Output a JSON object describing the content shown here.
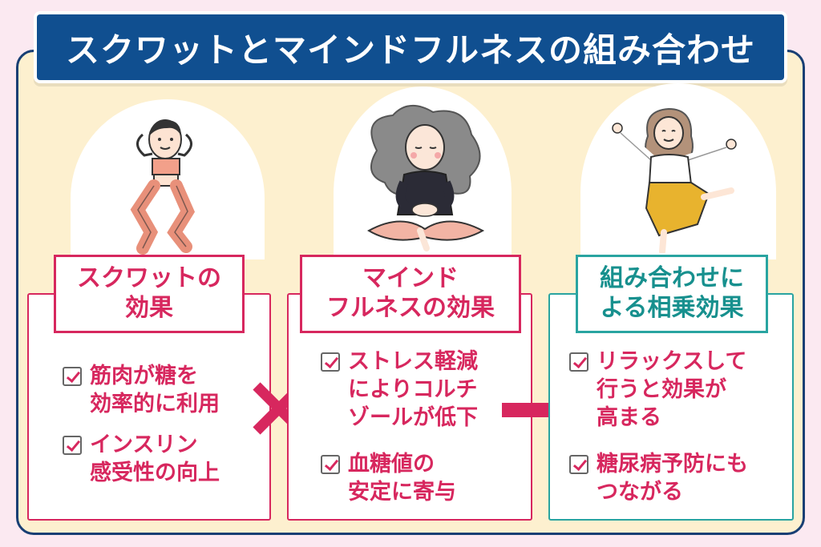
{
  "title": "スクワットとマインドフルネスの組み合わせ",
  "colors": {
    "banner": "#104f90",
    "frame_border": "#183f74",
    "frame_bg": "#fdf0cf",
    "page_bg": "#fbe9f1",
    "accent_red": "#d7275e",
    "accent_teal": "#29a4a1"
  },
  "panels": [
    {
      "label_lines": [
        "スクワットの",
        "効果"
      ],
      "items": [
        [
          "筋肉が糖を",
          "効率的に利用"
        ],
        [
          "インスリン",
          "感受性の向上"
        ]
      ]
    },
    {
      "label_lines": [
        "マインド",
        "フルネスの効果"
      ],
      "items": [
        [
          "ストレス軽減",
          "によりコルチ",
          "ゾールが低下"
        ],
        [
          "血糖値の",
          "安定に寄与"
        ]
      ]
    },
    {
      "label_lines": [
        "組み合わせに",
        "よる相乗効果"
      ],
      "items": [
        [
          "リラックスして",
          "行うと効果が",
          "高まる"
        ],
        [
          "糖尿病予防にも",
          "つながる"
        ]
      ]
    }
  ],
  "icons": {
    "multiply": "multiply-icon",
    "arrow": "arrow-right-icon",
    "check": "checkbox-icon"
  }
}
